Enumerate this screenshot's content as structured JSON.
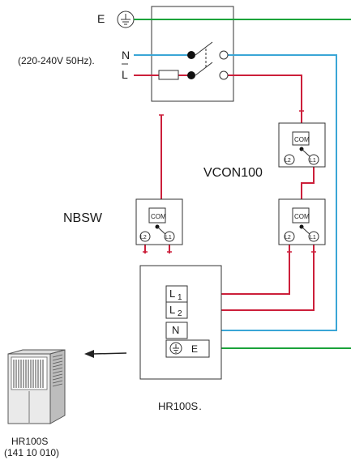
{
  "supply": {
    "earth_label": "E",
    "neutral_label": "N",
    "live_label": "L",
    "voltage_note": "(220-240V 50Hz)."
  },
  "vcon_label": "VCON100",
  "nbsw_label": "NBSW",
  "switch_terminals": {
    "com": "COM",
    "l1": "L1",
    "l2": "L2"
  },
  "terminal_block": {
    "l1_main": "L",
    "l1_sub": "1",
    "l2_main": "L",
    "l2_sub": "2",
    "n": "N",
    "e": "E"
  },
  "hr_box_caption": "HR100S .",
  "product": {
    "model": "HR100S",
    "code": "(141 10 010)"
  },
  "colors": {
    "earth_wire": "#1aa33a",
    "neutral_wire": "#3aa6d6",
    "live_wire": "#cc1f3a"
  }
}
